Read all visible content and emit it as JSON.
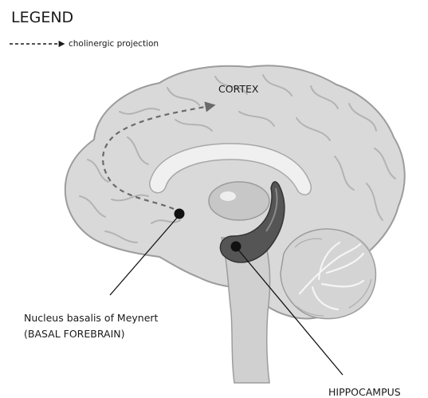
{
  "legend": {
    "title": "LEGEND",
    "items": [
      {
        "label": "cholinergic projection",
        "line_style": "dashed-arrow"
      }
    ]
  },
  "labels": {
    "cortex": "CORTEX",
    "nucleus_line1": "Nucleus basalis of Meynert",
    "nucleus_line2": "(BASAL FOREBRAIN)",
    "hippocampus": "HIPPOCAMPUS"
  },
  "colors": {
    "brain_fill": "#d9d9d9",
    "brain_outline": "#9c9c9c",
    "corpus_callosum": "#f0f0f0",
    "hippocampus": "#555555",
    "marker": "#111111",
    "projection": "#6a6a6a"
  }
}
